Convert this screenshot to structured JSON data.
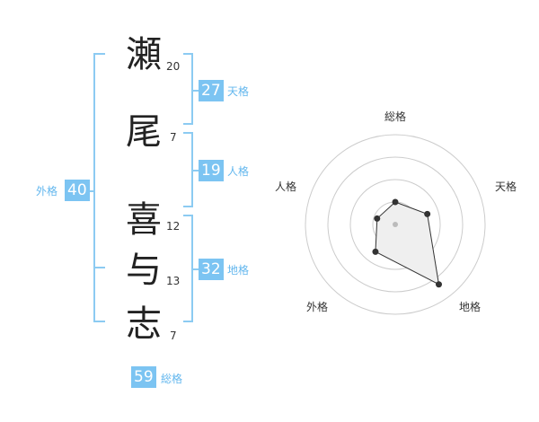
{
  "name": {
    "chars": [
      {
        "char": "瀬",
        "strokes": "20"
      },
      {
        "char": "尾",
        "strokes": "7"
      },
      {
        "char": "喜",
        "strokes": "12"
      },
      {
        "char": "与",
        "strokes": "13"
      },
      {
        "char": "志",
        "strokes": "7"
      }
    ]
  },
  "fortunes": {
    "tenkaku": {
      "value": "27",
      "label": "天格"
    },
    "jinkaku": {
      "value": "19",
      "label": "人格"
    },
    "chikaku": {
      "value": "32",
      "label": "地格"
    },
    "gaikaku": {
      "value": "40",
      "label": "外格"
    },
    "soukaku": {
      "value": "59",
      "label": "総格"
    }
  },
  "radar": {
    "axes": [
      "総格",
      "天格",
      "地格",
      "外格",
      "人格"
    ],
    "levels": [
      1,
      1.5,
      3.3,
      1.5,
      0.85
    ],
    "max_level": 4
  },
  "colors": {
    "accent": "#7cc4f2",
    "accent_text": "#63b7ee",
    "bracket": "#8ccbf2",
    "ring": "#cccccc",
    "fill": "#efefef",
    "stroke": "#333333"
  }
}
